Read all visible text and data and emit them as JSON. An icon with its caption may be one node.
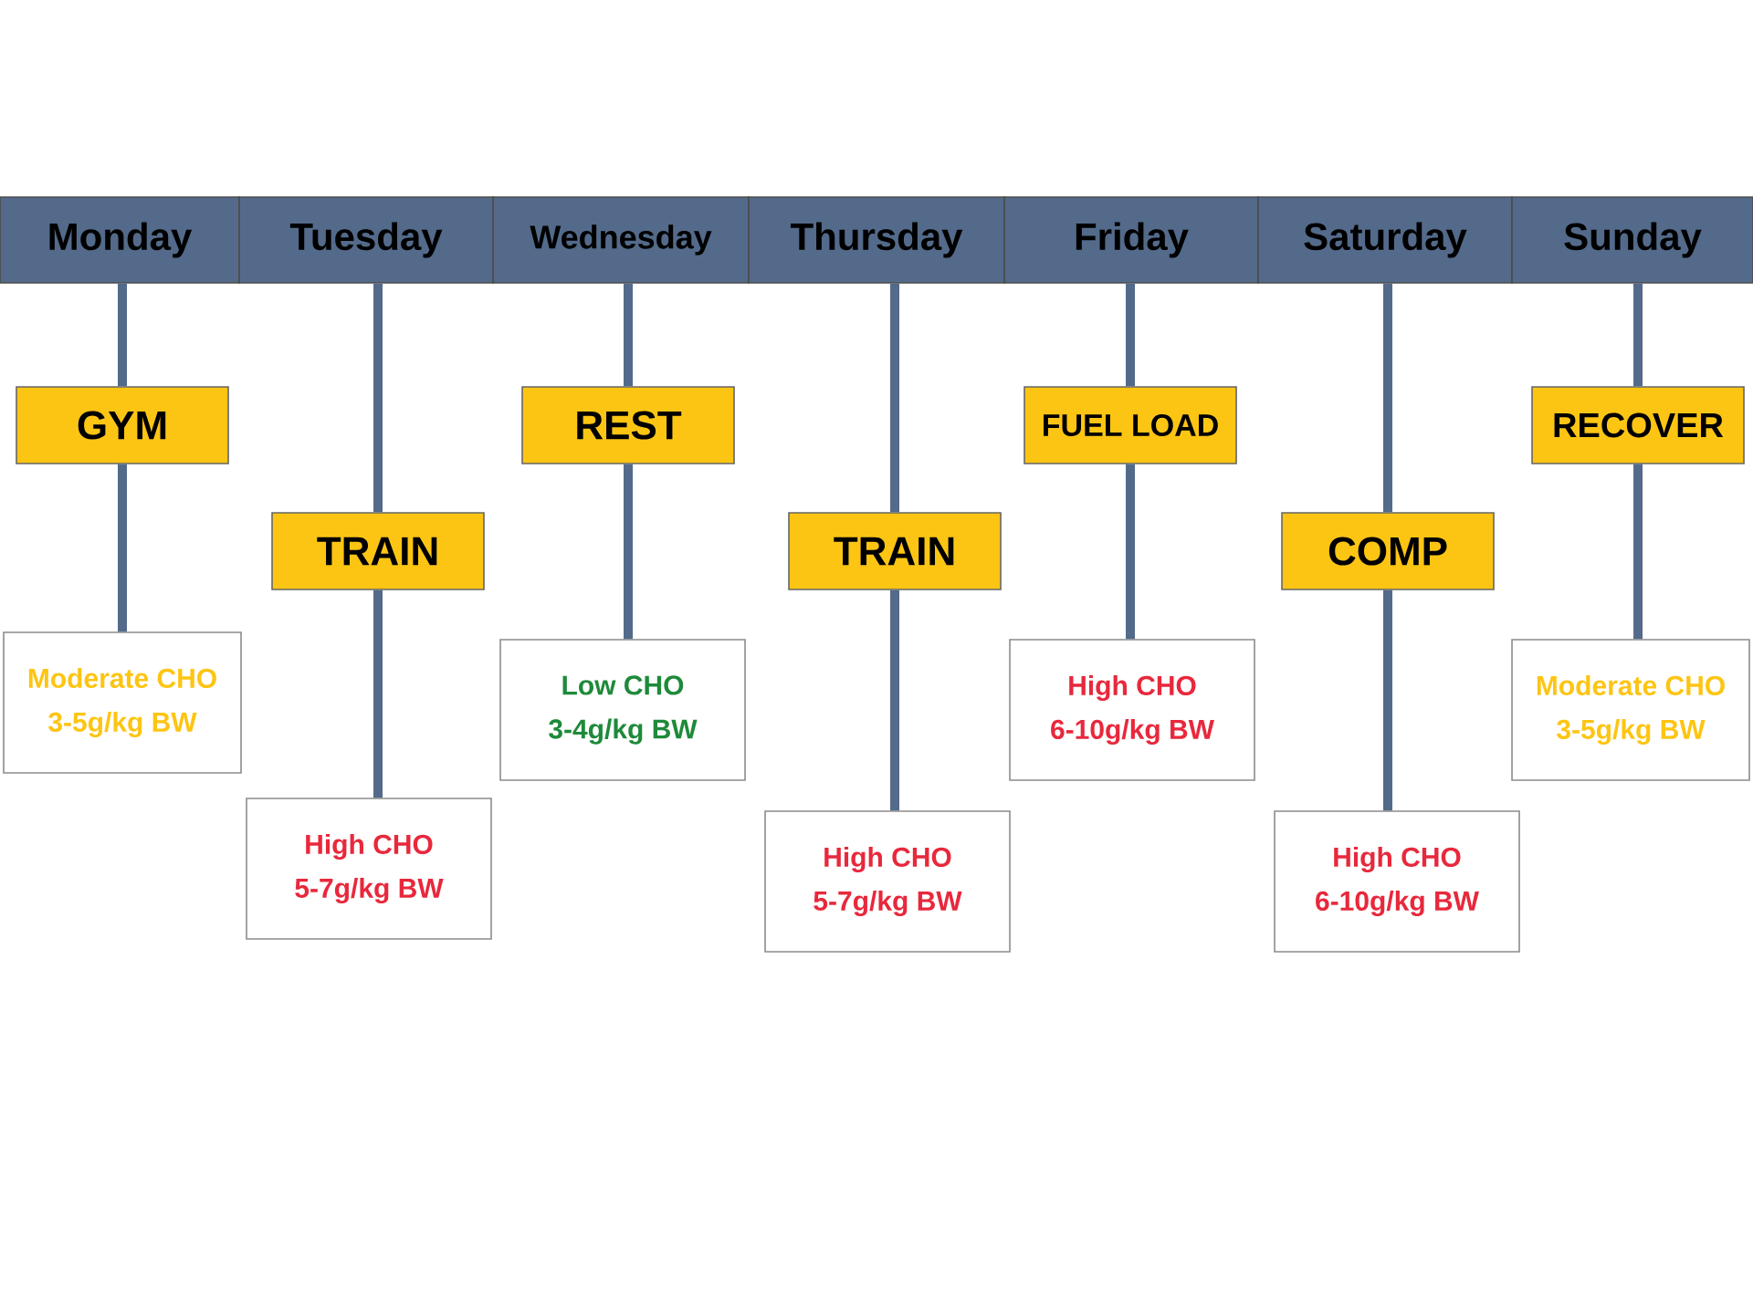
{
  "diagram": {
    "nodes": [
      {
        "text": [
          "Monday"
        ]
      },
      {
        "text": [
          "GYM"
        ]
      },
      {
        "text": [
          "Moderate CHO",
          "3-5g/kg BW"
        ]
      },
      {
        "text": [
          "Tuesday"
        ]
      },
      {
        "text": [
          "TRAIN"
        ]
      },
      {
        "text": [
          "High CHO",
          "5-7g/kg BW"
        ]
      },
      {
        "text": [
          "Wednesday"
        ]
      },
      {
        "text": [
          "REST"
        ]
      },
      {
        "text": [
          "Low CHO",
          "3-4g/kg BW"
        ]
      },
      {
        "text": [
          "Thursday"
        ]
      },
      {
        "text": [
          "TRAIN"
        ]
      },
      {
        "text": [
          "High CHO",
          "5-7g/kg BW"
        ]
      },
      {
        "text": [
          "Friday"
        ]
      },
      {
        "text": [
          "FUEL LOAD"
        ]
      },
      {
        "text": [
          "High CHO",
          "6-10g/kg BW"
        ]
      },
      {
        "text": [
          "Saturday"
        ]
      },
      {
        "text": [
          "COMP"
        ]
      },
      {
        "text": [
          "High CHO",
          "6-10g/kg BW"
        ]
      },
      {
        "text": [
          "Sunday"
        ]
      },
      {
        "text": [
          "RECOVER"
        ]
      },
      {
        "text": [
          "Moderate CHO",
          "3-5g/kg BW"
        ]
      }
    ],
    "edges": [
      {
        "from": 0,
        "to": 1,
        "arrow": "none"
      },
      {
        "from": 1,
        "to": 2,
        "arrow": "none"
      },
      {
        "from": 3,
        "to": 4,
        "arrow": "none"
      },
      {
        "from": 4,
        "to": 5,
        "arrow": "none"
      },
      {
        "from": 6,
        "to": 7,
        "arrow": "none"
      },
      {
        "from": 7,
        "to": 8,
        "arrow": "none"
      },
      {
        "from": 9,
        "to": 10,
        "arrow": "none"
      },
      {
        "from": 10,
        "to": 11,
        "arrow": "none"
      },
      {
        "from": 12,
        "to": 13,
        "arrow": "none"
      },
      {
        "from": 13,
        "to": 14,
        "arrow": "none"
      },
      {
        "from": 15,
        "to": 16,
        "arrow": "none"
      },
      {
        "from": 16,
        "to": 17,
        "arrow": "none"
      },
      {
        "from": 18,
        "to": 19,
        "arrow": "none"
      },
      {
        "from": 19,
        "to": 20,
        "arrow": "none"
      }
    ]
  }
}
